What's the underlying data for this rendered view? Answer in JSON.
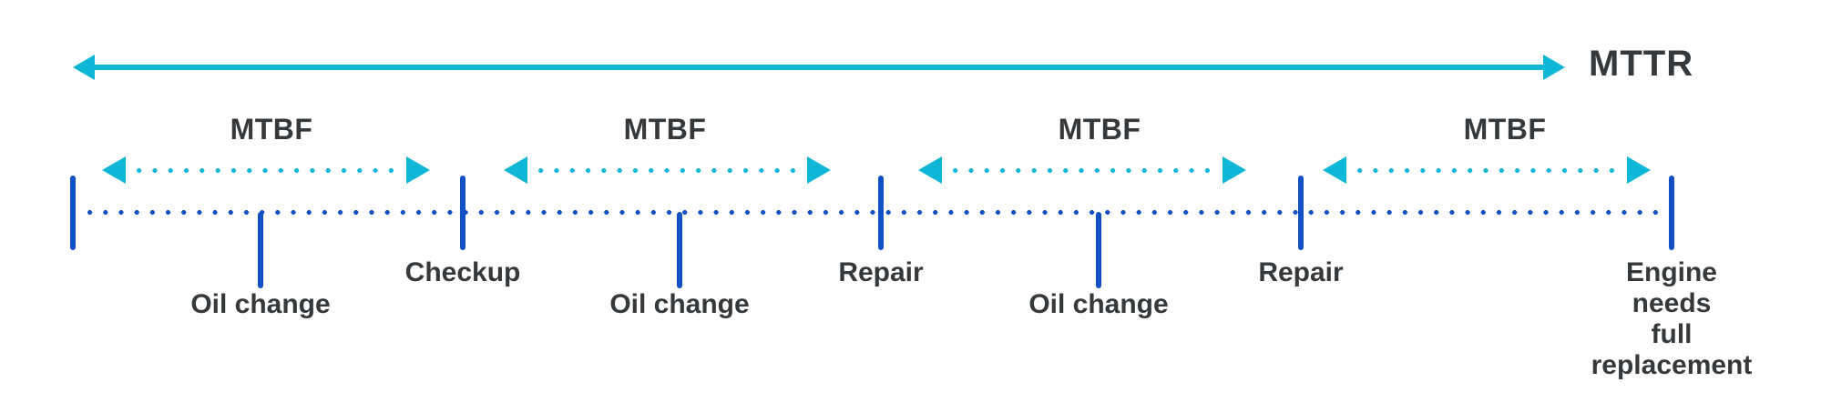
{
  "colors": {
    "cyan": "#0EB7D5",
    "blue": "#1150C5",
    "label_text": "#36393B"
  },
  "mttr_label": "MTTR",
  "mtbf_labels": [
    "MTBF",
    "MTBF",
    "MTBF",
    "MTBF"
  ],
  "events": [
    {
      "label": "",
      "kind": "major"
    },
    {
      "label": "Oil change",
      "kind": "minor"
    },
    {
      "label": "Checkup",
      "kind": "major"
    },
    {
      "label": "Oil change",
      "kind": "minor"
    },
    {
      "label": "Repair",
      "kind": "major"
    },
    {
      "label": "Oil change",
      "kind": "minor"
    },
    {
      "label": "Repair",
      "kind": "major"
    },
    {
      "label": "Engine needs\nfull replacement",
      "kind": "major"
    }
  ]
}
